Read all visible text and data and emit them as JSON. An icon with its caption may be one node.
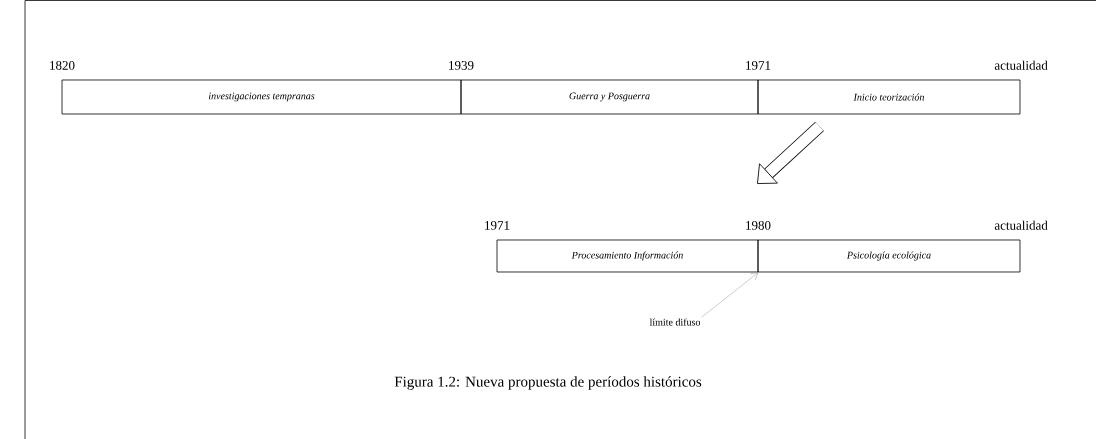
{
  "diagram": {
    "caption": "Figura 1.2: Nueva propuesta de períodos históricos",
    "nodes": [
      {
        "text": [
          "investigaciones tempranas"
        ]
      },
      {
        "text": [
          "Guerra y Posguerra"
        ]
      },
      {
        "text": [
          "Inicio teorización"
        ]
      },
      {
        "text": [
          "Procesamiento Información"
        ]
      },
      {
        "text": [
          "Psicología ecológica"
        ]
      },
      {
        "text": [
          "límite difuso"
        ]
      }
    ],
    "edges": [
      {
        "from": 2,
        "to": null,
        "arrow": "to",
        "style": "thick"
      },
      {
        "from": 5,
        "to": 3,
        "arrow": "to",
        "color": "#808080"
      }
    ],
    "labels": [
      "1820",
      "1939",
      "1971",
      "actualidad",
      "1971",
      "1980",
      "actualidad"
    ]
  }
}
